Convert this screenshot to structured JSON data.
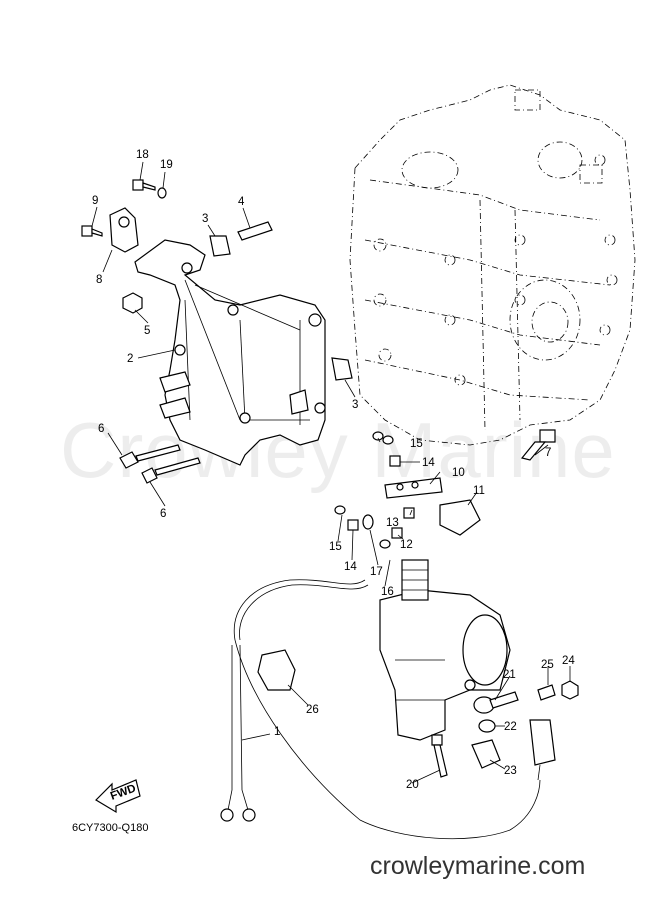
{
  "watermark": "Crowley Marine",
  "drawing_code": "6CY7300-Q180",
  "site": "crowleymarine.com",
  "fwd_label": "FWD",
  "callouts": [
    {
      "id": "c18",
      "text": "18"
    },
    {
      "id": "c19",
      "text": "19"
    },
    {
      "id": "c9",
      "text": "9"
    },
    {
      "id": "c3a",
      "text": "3"
    },
    {
      "id": "c4",
      "text": "4"
    },
    {
      "id": "c8",
      "text": "8"
    },
    {
      "id": "c5",
      "text": "5"
    },
    {
      "id": "c2",
      "text": "2"
    },
    {
      "id": "c3b",
      "text": "3"
    },
    {
      "id": "c6a",
      "text": "6"
    },
    {
      "id": "c6b",
      "text": "6"
    },
    {
      "id": "c7",
      "text": "7"
    },
    {
      "id": "c15a",
      "text": "15"
    },
    {
      "id": "c14a",
      "text": "14"
    },
    {
      "id": "c10",
      "text": "10"
    },
    {
      "id": "c11",
      "text": "11"
    },
    {
      "id": "c13",
      "text": "13"
    },
    {
      "id": "c12",
      "text": "12"
    },
    {
      "id": "c15b",
      "text": "15"
    },
    {
      "id": "c14b",
      "text": "14"
    },
    {
      "id": "c17",
      "text": "17"
    },
    {
      "id": "c16",
      "text": "16"
    },
    {
      "id": "c25",
      "text": "25"
    },
    {
      "id": "c24",
      "text": "24"
    },
    {
      "id": "c21",
      "text": "21"
    },
    {
      "id": "c26",
      "text": "26"
    },
    {
      "id": "c22",
      "text": "22"
    },
    {
      "id": "c1",
      "text": "1"
    },
    {
      "id": "c23",
      "text": "23"
    },
    {
      "id": "c20",
      "text": "20"
    }
  ]
}
